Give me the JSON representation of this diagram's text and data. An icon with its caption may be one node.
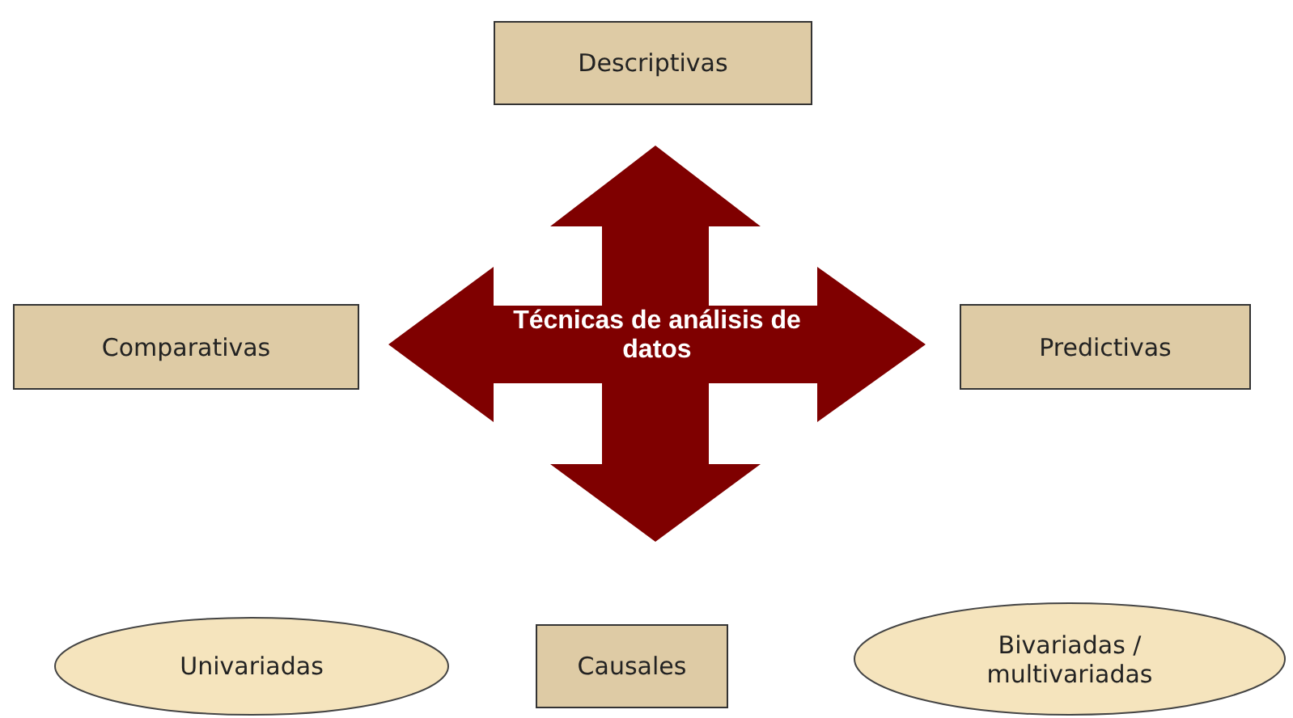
{
  "diagram": {
    "nodes": [
      {
        "text": [
          "Descriptivas"
        ]
      },
      {
        "text": [
          "Comparativas"
        ]
      },
      {
        "text": [
          "Técnicas de análisis de datos"
        ]
      },
      {
        "text": [
          "Predictivas"
        ]
      },
      {
        "text": [
          "Univariadas"
        ]
      },
      {
        "text": [
          "Causales"
        ]
      },
      {
        "text": [
          "Bivariadas / multivariadas"
        ]
      }
    ]
  }
}
